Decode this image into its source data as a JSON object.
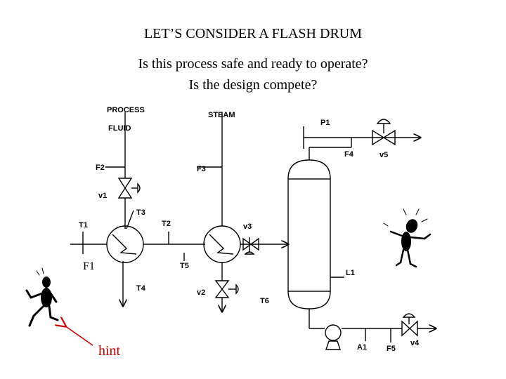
{
  "titles": {
    "main": "LET’S CONSIDER A FLASH DRUM",
    "question1": "Is this process safe and ready to operate?",
    "question2": "Is the design compete?"
  },
  "labels": {
    "process": "PROCESS",
    "fluid": "FLUID",
    "steam": "STEAM",
    "p1": "P1",
    "f4": "F4",
    "v5": "v5",
    "f2": "F2",
    "f3": "F3",
    "v1": "v1",
    "t3": "T3",
    "t1": "T1",
    "t2": "T2",
    "v3": "v3",
    "f1": "F1",
    "t5": "T5",
    "l1": "L1",
    "t4": "T4",
    "v2": "v2",
    "t6": "T6",
    "a1": "A1",
    "f5": "F5",
    "v4": "v4",
    "hint": "hint"
  },
  "colors": {
    "line": "#000000",
    "hint": "#cc0000"
  }
}
